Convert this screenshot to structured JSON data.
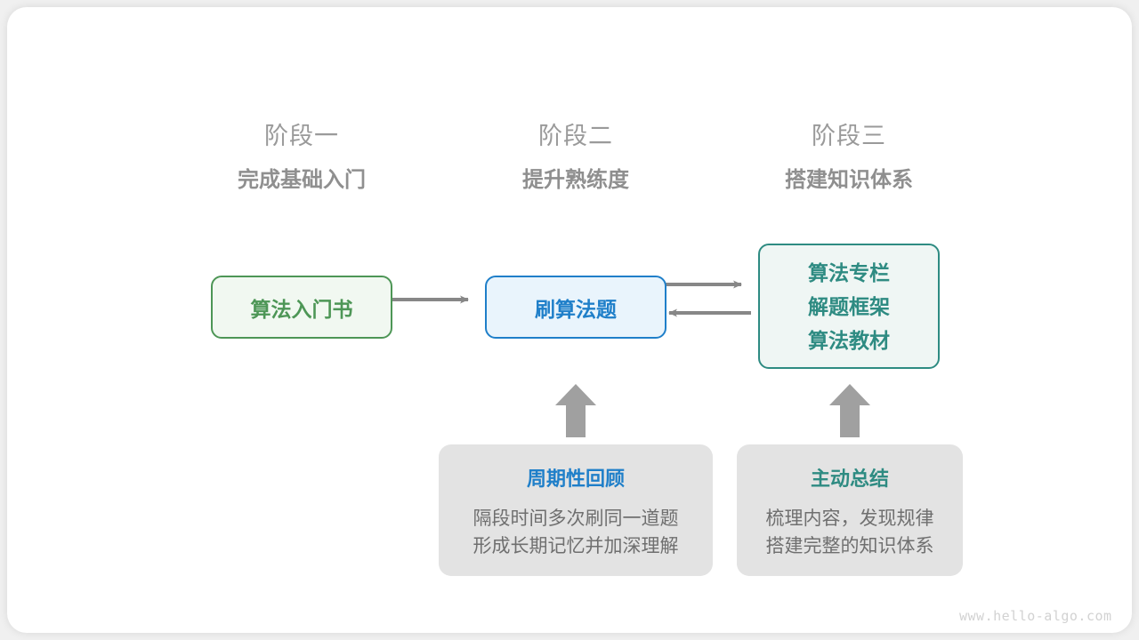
{
  "canvas": {
    "background": "#f0f0f0",
    "card_background": "#ffffff"
  },
  "colors": {
    "green": "#4d9656",
    "blue": "#1f7fc9",
    "teal": "#2e8b82",
    "arrow_gray": "#878787",
    "note_gray": "#e3e3e3",
    "header_gray": "#9a9a9a",
    "body_gray": "#6f6f6f",
    "watermark_gray": "#d2d2d2"
  },
  "stages": [
    {
      "number": "阶段一",
      "title": "完成基础入门"
    },
    {
      "number": "阶段二",
      "title": "提升熟练度"
    },
    {
      "number": "阶段三",
      "title": "搭建知识体系"
    }
  ],
  "nodes": [
    {
      "id": "intro-book",
      "label": "算法入门书",
      "lines": [
        "算法入门书"
      ],
      "accent": "#4d9656"
    },
    {
      "id": "practice-problems",
      "label": "刷算法题",
      "lines": [
        "刷算法题"
      ],
      "accent": "#1f7fc9"
    },
    {
      "id": "resources",
      "label": "算法专栏 解题框架 算法教材",
      "lines": [
        "算法专栏",
        "解题框架",
        "算法教材"
      ],
      "accent": "#2e8b82"
    }
  ],
  "notes": [
    {
      "id": "periodic-review",
      "title": "周期性回顾",
      "title_color": "#1f7fc9",
      "body_lines": [
        "隔段时间多次刷同一道题",
        "形成长期记忆并加深理解"
      ]
    },
    {
      "id": "active-summary",
      "title": "主动总结",
      "title_color": "#2e8b82",
      "body_lines": [
        "梳理内容，发现规律",
        "搭建完整的知识体系"
      ]
    }
  ],
  "connectors": [
    {
      "id": "book-to-practice",
      "direction": "right"
    },
    {
      "id": "practice-to-resources",
      "direction": "right"
    },
    {
      "id": "resources-to-practice",
      "direction": "left"
    },
    {
      "id": "review-to-practice",
      "direction": "up"
    },
    {
      "id": "summary-to-resources",
      "direction": "up"
    }
  ],
  "watermark": {
    "text": "www.hello-algo.com"
  }
}
